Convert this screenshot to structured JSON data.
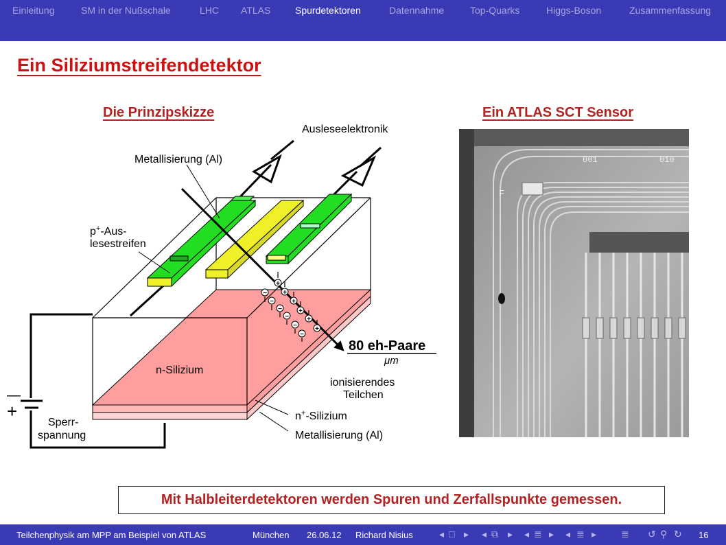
{
  "nav": {
    "items": [
      "Einleitung",
      "SM in der Nußschale",
      "LHC",
      "ATLAS",
      "Spurdetektoren",
      "Datennahme",
      "Top-Quarks",
      "Higgs-Boson",
      "Zusammenfassung"
    ],
    "active_index": 4
  },
  "slide": {
    "title": "Ein Siliziumstreifendetektor",
    "left_heading": "Die Prinzipskizze",
    "right_heading": "Ein ATLAS SCT Sensor",
    "bottom_note": "Mit Halbleiterdetektoren werden Spuren und Zerfallspunkte gemessen."
  },
  "diagram": {
    "readout": "Auslese­elektronik",
    "metal_top": "Metallisierung (Al)",
    "strips_line1": "p",
    "strips_sup": "+",
    "strips_line1_rest": "-Aus-",
    "strips_line2": "lesestreifen",
    "rate_main": "80 eh-Paare",
    "rate_unit": "μm",
    "particle_line1": "ionisierendes",
    "particle_line2": "Teilchen",
    "bulk": "n-Silizium",
    "nplus_pre": "n",
    "nplus_sup": "+",
    "nplus_rest": "-Silizium",
    "metal_bottom": "Metallisierung (Al)",
    "bias_line1": "Sperr-",
    "bias_line2": "spannung",
    "minus": "—",
    "plus": "+",
    "hole_sign": "+",
    "electron_sign": "−",
    "colors": {
      "strip_green": "#22dd22",
      "strip_yellow": "#f0f028",
      "bulk_pink": "#ff9e9e"
    }
  },
  "photo": {
    "labels": [
      "001",
      "010",
      "F"
    ]
  },
  "footer": {
    "course": "Teilchenphysik am MPP am Beispiel von ATLAS",
    "place": "München",
    "date": "26.06.12",
    "author": "Richard Nisius",
    "page": "16"
  }
}
